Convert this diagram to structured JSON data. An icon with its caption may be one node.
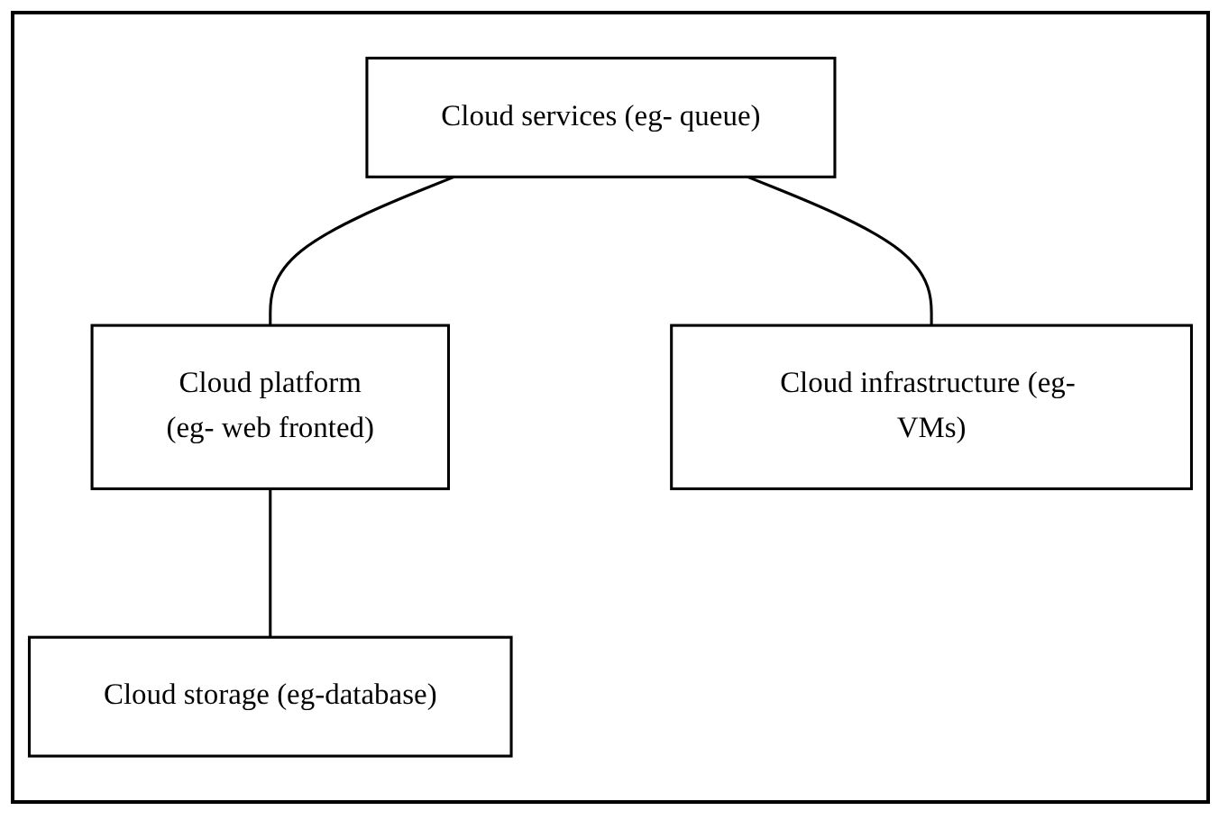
{
  "diagram": {
    "nodes": [
      {
        "text": [
          "Cloud services (eg- queue)"
        ]
      },
      {
        "text": [
          "Cloud platform",
          "(eg- web fronted)"
        ]
      },
      {
        "text": [
          "Cloud infrastructure (eg- VMs)"
        ]
      },
      {
        "text": [
          "Cloud storage (eg-database)"
        ]
      }
    ],
    "edges": [
      {
        "from": 0,
        "to": 1,
        "arrow": "none"
      },
      {
        "from": 0,
        "to": 2,
        "arrow": "none"
      },
      {
        "from": 1,
        "to": 3,
        "arrow": "none"
      }
    ]
  }
}
